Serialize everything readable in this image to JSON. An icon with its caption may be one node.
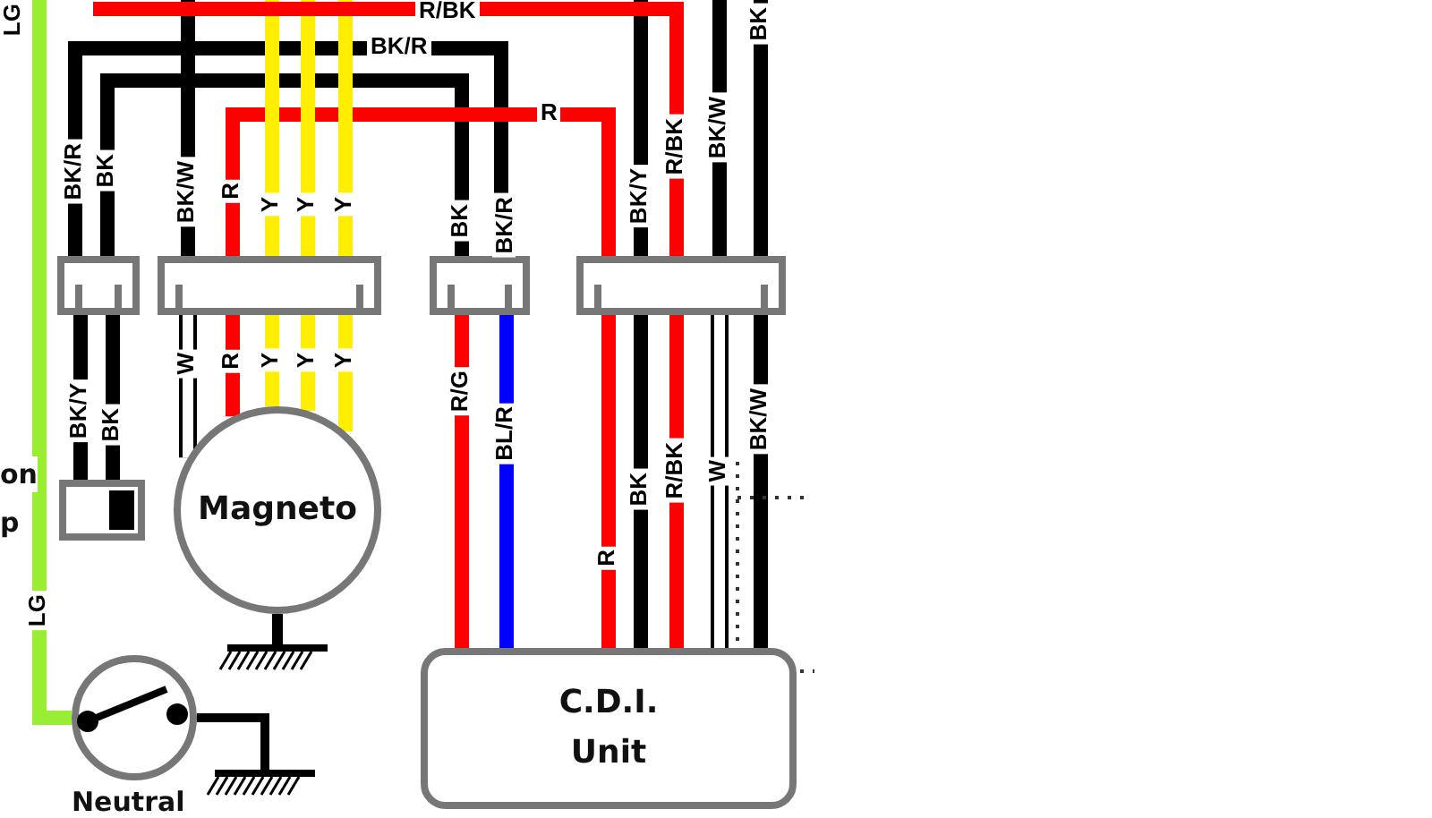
{
  "diagram": {
    "nodes": [
      {
        "text": [],
        "shape": "box"
      },
      {
        "text": [],
        "shape": "box"
      },
      {
        "text": [],
        "shape": "box"
      },
      {
        "text": [],
        "shape": "box"
      },
      {
        "text": [],
        "shape": "box",
        "beside": [
          "on",
          "p"
        ]
      },
      {
        "text": [
          "Magneto"
        ]
      },
      {
        "text": [],
        "shape": "circle",
        "beside": [
          "Neutral"
        ]
      },
      {
        "text": [
          "C.D.I. Unit"
        ]
      }
    ],
    "edges": [
      {
        "from": 0,
        "to": 4,
        "arrow": "none",
        "label": "BK/Y",
        "color": "#000000"
      },
      {
        "from": 0,
        "to": 4,
        "arrow": "none",
        "label": "BK",
        "color": "#000000"
      },
      {
        "from": 1,
        "to": 5,
        "arrow": "none",
        "label": "W",
        "color": "#ffffff"
      },
      {
        "from": 1,
        "to": 5,
        "arrow": "none",
        "label": "R",
        "color": "#ff0000"
      },
      {
        "from": 1,
        "to": 5,
        "arrow": "none",
        "label": "Y",
        "color": "#ffee00"
      },
      {
        "from": 1,
        "to": 5,
        "arrow": "none",
        "label": "Y",
        "color": "#ffee00"
      },
      {
        "from": 1,
        "to": 5,
        "arrow": "none",
        "label": "Y",
        "color": "#ffee00"
      },
      {
        "from": 2,
        "to": 7,
        "arrow": "none",
        "label": "R/G",
        "color": "#ff0000"
      },
      {
        "from": 2,
        "to": 7,
        "arrow": "none",
        "label": "BL/R",
        "color": "#0000ff"
      },
      {
        "from": 3,
        "to": 7,
        "arrow": "none",
        "label": "R",
        "color": "#ff0000"
      },
      {
        "from": 3,
        "to": 7,
        "arrow": "none",
        "label": "BK",
        "color": "#000000"
      },
      {
        "from": 3,
        "to": 7,
        "arrow": "none",
        "label": "R/BK",
        "color": "#ff0000"
      },
      {
        "from": 3,
        "to": 7,
        "arrow": "none",
        "label": "W",
        "color": "#ffffff"
      },
      {
        "from": 3,
        "to": 7,
        "arrow": "none",
        "label": "BK/W",
        "color": "#000000"
      },
      {
        "from": 0,
        "to": 2,
        "arrow": "none",
        "label": "BK/R",
        "color": "#000000"
      },
      {
        "from": 0,
        "to": 2,
        "arrow": "none",
        "label": "BK",
        "color": "#000000"
      },
      {
        "from": 1,
        "to": 3,
        "arrow": "none",
        "label": "R",
        "color": "#ff0000"
      },
      {
        "from": null,
        "to": 1,
        "arrow": "none",
        "label": "BK/W",
        "color": "#000000"
      },
      {
        "from": null,
        "to": 1,
        "arrow": "none",
        "label": "Y",
        "color": "#ffee00"
      },
      {
        "from": null,
        "to": 1,
        "arrow": "none",
        "label": "Y",
        "color": "#ffee00"
      },
      {
        "from": null,
        "to": 1,
        "arrow": "none",
        "label": "Y",
        "color": "#ffee00"
      },
      {
        "from": null,
        "to": 3,
        "arrow": "none",
        "label": "BK/Y",
        "color": "#000000"
      },
      {
        "from": null,
        "to": 3,
        "arrow": "none",
        "label": "R/BK",
        "color": "#ff0000"
      },
      {
        "from": null,
        "to": 3,
        "arrow": "none",
        "label": "BK/W",
        "color": "#000000"
      },
      {
        "from": null,
        "to": 3,
        "arrow": "none",
        "label": "BK",
        "color": "#000000"
      },
      {
        "from": null,
        "to": 6,
        "arrow": "none",
        "label": "LG",
        "color": "#99ee33"
      }
    ],
    "labels": [
      "LG",
      "R/BK",
      "BK/R",
      "R",
      "BK",
      "BK/R"
    ]
  }
}
